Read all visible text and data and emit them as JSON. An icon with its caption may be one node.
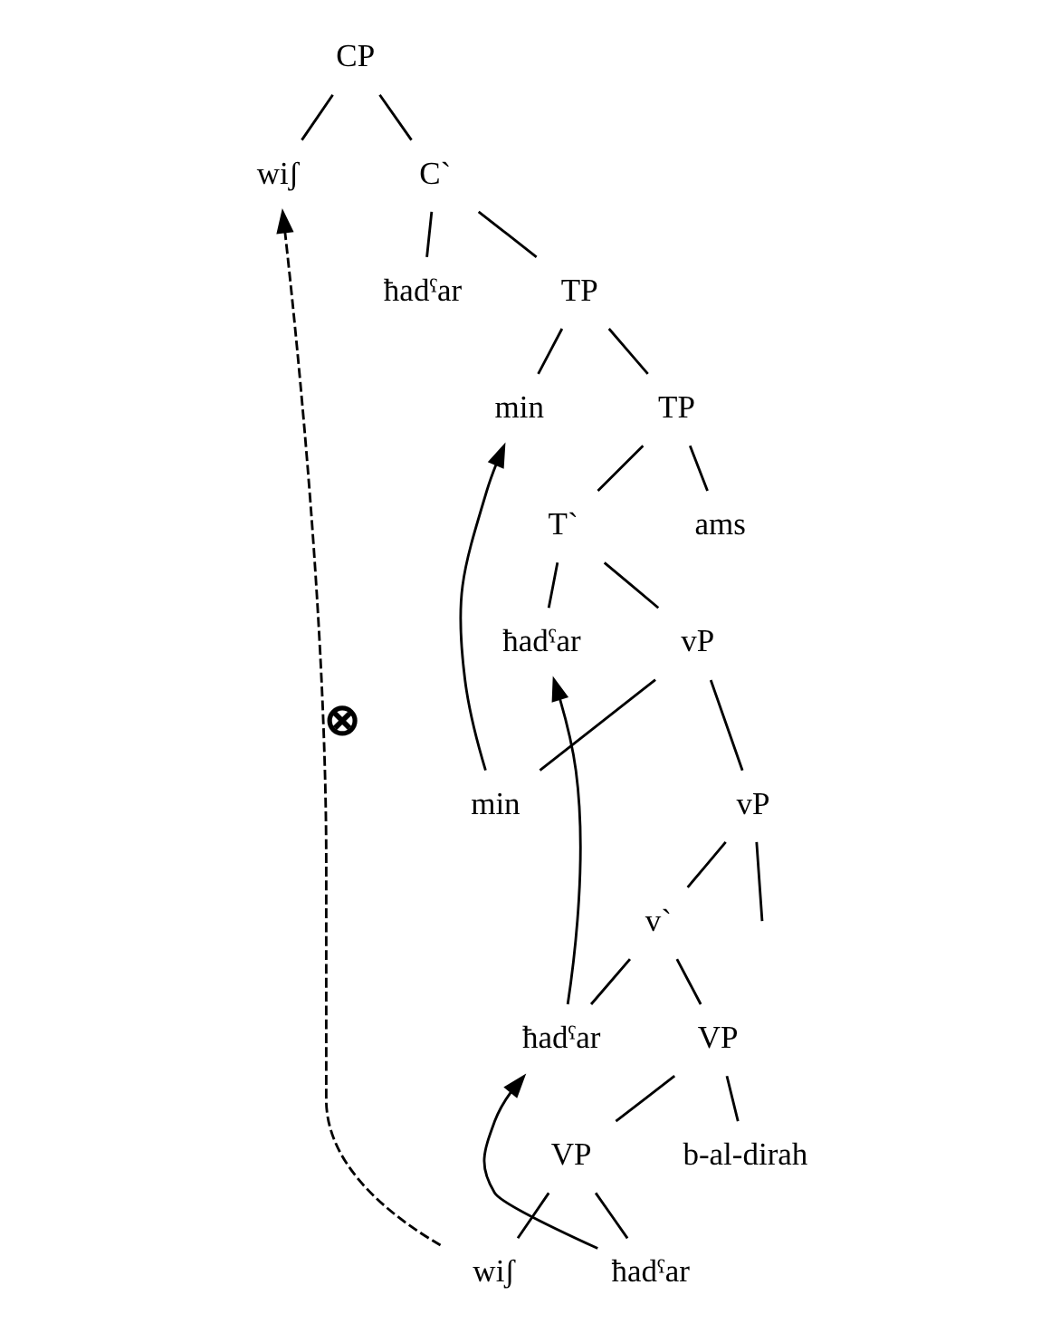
{
  "diagram": {
    "nodes": [
      {
        "text": [
          "CP"
        ]
      },
      {
        "text": [
          "wiʃ"
        ]
      },
      {
        "text": [
          "C`"
        ]
      },
      {
        "text": [
          "ħadˤar"
        ]
      },
      {
        "text": [
          "TP"
        ]
      },
      {
        "text": [
          "min"
        ]
      },
      {
        "text": [
          "TP"
        ]
      },
      {
        "text": [
          "T`"
        ]
      },
      {
        "text": [
          "ams"
        ]
      },
      {
        "text": [
          "ħadˤar"
        ]
      },
      {
        "text": [
          "vP"
        ]
      },
      {
        "text": [
          "min"
        ]
      },
      {
        "text": [
          "vP"
        ]
      },
      {
        "text": [
          "v`"
        ]
      },
      {
        "text": [
          "ħadˤar"
        ]
      },
      {
        "text": [
          "VP"
        ]
      },
      {
        "text": [
          "VP"
        ]
      },
      {
        "text": [
          "b-al-dirah"
        ]
      },
      {
        "text": [
          "ħadˤar"
        ]
      },
      {
        "text": [
          "wiʃ"
        ]
      }
    ],
    "edges": [
      {
        "from": 0,
        "to": 1,
        "arrow": "none"
      },
      {
        "from": 0,
        "to": 2,
        "arrow": "none"
      },
      {
        "from": 2,
        "to": 3,
        "arrow": "none"
      },
      {
        "from": 2,
        "to": 4,
        "arrow": "none"
      },
      {
        "from": 4,
        "to": 5,
        "arrow": "none"
      },
      {
        "from": 4,
        "to": 6,
        "arrow": "none"
      },
      {
        "from": 6,
        "to": 7,
        "arrow": "none"
      },
      {
        "from": 6,
        "to": 8,
        "arrow": "none"
      },
      {
        "from": 7,
        "to": 9,
        "arrow": "none"
      },
      {
        "from": 7,
        "to": 10,
        "arrow": "none"
      },
      {
        "from": 10,
        "to": 11,
        "arrow": "none"
      },
      {
        "from": 10,
        "to": 12,
        "arrow": "none"
      },
      {
        "from": 12,
        "to": null,
        "arrow": "none"
      },
      {
        "from": 12,
        "to": 13,
        "arrow": "none"
      },
      {
        "from": 13,
        "to": 14,
        "arrow": "none"
      },
      {
        "from": 13,
        "to": 15,
        "arrow": "none"
      },
      {
        "from": 15,
        "to": 16,
        "arrow": "none"
      },
      {
        "from": 15,
        "to": 17,
        "arrow": "none"
      },
      {
        "from": 16,
        "to": 18,
        "arrow": "none"
      },
      {
        "from": 16,
        "to": 19,
        "arrow": "none"
      },
      {
        "from": 11,
        "to": 5,
        "arrow": "to"
      },
      {
        "from": 18,
        "to": 14,
        "arrow": "to"
      },
      {
        "from": 14,
        "to": 9,
        "arrow": "to"
      },
      {
        "from": 19,
        "to": 1,
        "arrow": "to",
        "style": "dashed",
        "label": "⊗"
      }
    ]
  }
}
